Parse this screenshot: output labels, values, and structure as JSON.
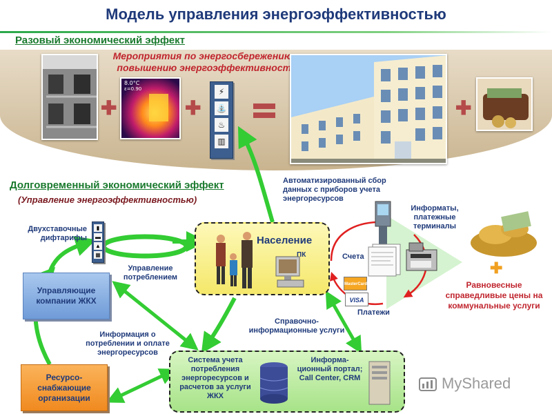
{
  "title": "Модель управления энергоэффективностью",
  "one_time": {
    "heading": "Разовый экономический эффект",
    "measures": "Мероприятия по энергосбережению и повышению энергоэффективности",
    "thermo_readout_1": "8.0°C",
    "thermo_readout_2": "ε=0.90",
    "plus": "✚",
    "equals": "="
  },
  "long_term": {
    "heading": "Долговременный экономический эффект",
    "subheading": "(Управление энергоэффективностью)"
  },
  "labels": {
    "auto_collection": "Автоматизированный сбор данных с приборов учета энергоресурсов",
    "tariffs": "Двухставочные дифтарифы",
    "consumption_mgmt": "Управление потреблением",
    "info_terminals": "Информаты, платежные терминалы",
    "bills": "Счета",
    "payments": "Платежи",
    "info_consumption": "Информация о потреблении и оплате энергоресурсов",
    "reference_services": "Справочно-информационные услуги",
    "fair_prices": "Равновесные справедливые цены на коммунальные услуги"
  },
  "boxes": {
    "housing_companies": "Управляющие компании ЖКХ",
    "resource_suppliers": "Ресурсо-снабжающие организации",
    "population": "Население",
    "pc": "ПК",
    "accounting_system": "Система учета потребления энергоресурсов и расчетов за услуги ЖКХ",
    "info_portal": "Информа-ционный портал; Call Center, CRM"
  },
  "cards": {
    "mastercard": "MasterCard",
    "visa": "VISA"
  },
  "watermark": "MyShared",
  "colors": {
    "title": "#1f3a7a",
    "section_green": "#1a7a2e",
    "accent_red": "#c0252e",
    "arrow_green": "#33cc33",
    "box_blue": "#8fb4e6",
    "box_orange": "#f5a040",
    "box_yellow": "#f8ef8c",
    "box_green": "#b8e89c"
  }
}
